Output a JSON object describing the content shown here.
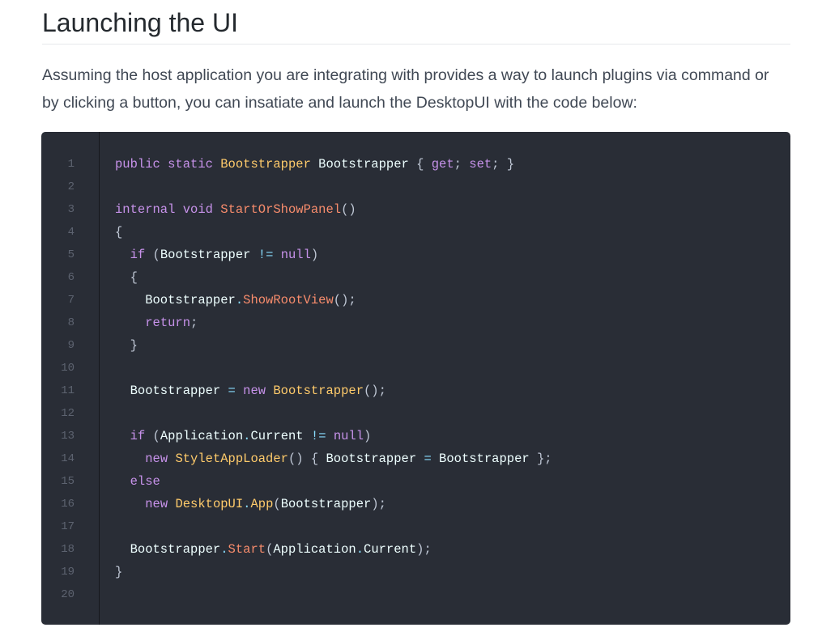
{
  "heading": "Launching the UI",
  "paragraph": "Assuming the host application you are integrating with provides a way to launch plugins via command or by clicking a button, you can insatiate and launch the DesktopUI with the code below:",
  "colors": {
    "keyword": "#c792ea",
    "type": "#ffcb6b",
    "function": "#f78c6c",
    "operator": "#89ddff",
    "punctuation": "#bfc7d5",
    "text": "#eeffff",
    "background": "#292d36"
  },
  "code_lines": [
    [
      [
        "k",
        "public"
      ],
      [
        "n",
        " "
      ],
      [
        "k",
        "static"
      ],
      [
        "n",
        " "
      ],
      [
        "t",
        "Bootstrapper"
      ],
      [
        "n",
        " Bootstrapper "
      ],
      [
        "p",
        "{"
      ],
      [
        "n",
        " "
      ],
      [
        "k",
        "get"
      ],
      [
        "p",
        ";"
      ],
      [
        "n",
        " "
      ],
      [
        "k",
        "set"
      ],
      [
        "p",
        ";"
      ],
      [
        "n",
        " "
      ],
      [
        "p",
        "}"
      ]
    ],
    [],
    [
      [
        "k",
        "internal"
      ],
      [
        "n",
        " "
      ],
      [
        "k",
        "void"
      ],
      [
        "n",
        " "
      ],
      [
        "f",
        "StartOrShowPanel"
      ],
      [
        "p",
        "()"
      ]
    ],
    [
      [
        "p",
        "{"
      ]
    ],
    [
      [
        "n",
        "  "
      ],
      [
        "k",
        "if"
      ],
      [
        "n",
        " "
      ],
      [
        "p",
        "("
      ],
      [
        "n",
        "Bootstrapper "
      ],
      [
        "o",
        "!="
      ],
      [
        "n",
        " "
      ],
      [
        "k",
        "null"
      ],
      [
        "p",
        ")"
      ]
    ],
    [
      [
        "n",
        "  "
      ],
      [
        "p",
        "{"
      ]
    ],
    [
      [
        "n",
        "    Bootstrapper"
      ],
      [
        "o",
        "."
      ],
      [
        "f",
        "ShowRootView"
      ],
      [
        "p",
        "();"
      ]
    ],
    [
      [
        "n",
        "    "
      ],
      [
        "k",
        "return"
      ],
      [
        "p",
        ";"
      ]
    ],
    [
      [
        "n",
        "  "
      ],
      [
        "p",
        "}"
      ]
    ],
    [],
    [
      [
        "n",
        "  Bootstrapper "
      ],
      [
        "o",
        "="
      ],
      [
        "n",
        " "
      ],
      [
        "k",
        "new"
      ],
      [
        "n",
        " "
      ],
      [
        "t",
        "Bootstrapper"
      ],
      [
        "p",
        "();"
      ]
    ],
    [],
    [
      [
        "n",
        "  "
      ],
      [
        "k",
        "if"
      ],
      [
        "n",
        " "
      ],
      [
        "p",
        "("
      ],
      [
        "n",
        "Application"
      ],
      [
        "o",
        "."
      ],
      [
        "n",
        "Current "
      ],
      [
        "o",
        "!="
      ],
      [
        "n",
        " "
      ],
      [
        "k",
        "null"
      ],
      [
        "p",
        ")"
      ]
    ],
    [
      [
        "n",
        "    "
      ],
      [
        "k",
        "new"
      ],
      [
        "n",
        " "
      ],
      [
        "t",
        "StyletAppLoader"
      ],
      [
        "p",
        "()"
      ],
      [
        "n",
        " "
      ],
      [
        "p",
        "{"
      ],
      [
        "n",
        " Bootstrapper "
      ],
      [
        "o",
        "="
      ],
      [
        "n",
        " Bootstrapper "
      ],
      [
        "p",
        "};"
      ]
    ],
    [
      [
        "n",
        "  "
      ],
      [
        "k",
        "else"
      ]
    ],
    [
      [
        "n",
        "    "
      ],
      [
        "k",
        "new"
      ],
      [
        "n",
        " "
      ],
      [
        "t",
        "DesktopUI"
      ],
      [
        "o",
        "."
      ],
      [
        "t",
        "App"
      ],
      [
        "p",
        "("
      ],
      [
        "n",
        "Bootstrapper"
      ],
      [
        "p",
        ");"
      ]
    ],
    [],
    [
      [
        "n",
        "  Bootstrapper"
      ],
      [
        "o",
        "."
      ],
      [
        "f",
        "Start"
      ],
      [
        "p",
        "("
      ],
      [
        "n",
        "Application"
      ],
      [
        "o",
        "."
      ],
      [
        "n",
        "Current"
      ],
      [
        "p",
        ");"
      ]
    ],
    [
      [
        "p",
        "}"
      ]
    ],
    []
  ]
}
